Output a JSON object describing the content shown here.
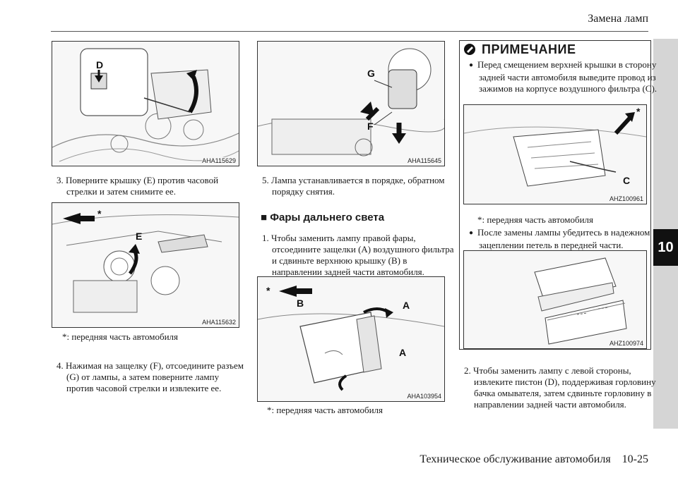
{
  "header": {
    "title": "Замена ламп"
  },
  "side_tab": {
    "number": "10"
  },
  "figures": {
    "fig1": {
      "id": "AHA115629",
      "labels": [
        "D"
      ]
    },
    "fig2": {
      "id": "AHA115632",
      "labels": [
        "*",
        "E"
      ]
    },
    "fig3": {
      "id": "AHA115645",
      "labels": [
        "G",
        "F"
      ]
    },
    "fig4": {
      "id": "AHA103954",
      "labels": [
        "*",
        "B",
        "A",
        "A"
      ]
    },
    "fig5": {
      "id": "AHZ100961",
      "labels": [
        "*",
        "C"
      ]
    },
    "fig6": {
      "id": "AHZ100974"
    }
  },
  "col1": {
    "step3": "3. Поверните крышку (E) против часовой стрелки и затем снимите ее.",
    "footnote": "*:  передняя часть автомобиля",
    "step4": "4. Нажимая на защелку (F), отсоедините разъем (G) от лампы, а затем поверните лампу против часовой стрелки и извлеките ее."
  },
  "col2": {
    "step5": "5. Лампа устанавливается в порядке, обратном порядку снятия.",
    "section_heading": "Фары дальнего света",
    "step1": "1. Чтобы заменить лампу правой фары, отсоединитe защелки (A) воздушного фильтра и сдвиньте верхнюю крышку (B) в направлении задней части автомобиля.",
    "footnote": "*:  передняя часть автомобиля"
  },
  "note": {
    "title": "ПРИМЕЧАНИЕ",
    "bullet1": "Перед смещением верхней крышки в сторону задней части автомобиля выведите провод из зажимов на корпусе воздушного фильтра (C).",
    "footnote": "*: передняя часть автомобиля",
    "bullet2": "После замены лампы убедитесь в надежном зацеплении петель в передней части."
  },
  "col3": {
    "step2": "2. Чтобы заменить лампу с левой стороны, извлеките пистон (D), поддерживая горловину бачка омывателя, затем сдвиньте горловину в направлении задней части автомобиля."
  },
  "footer": {
    "text": "Техническое обслуживание автомобиля    10-25"
  }
}
